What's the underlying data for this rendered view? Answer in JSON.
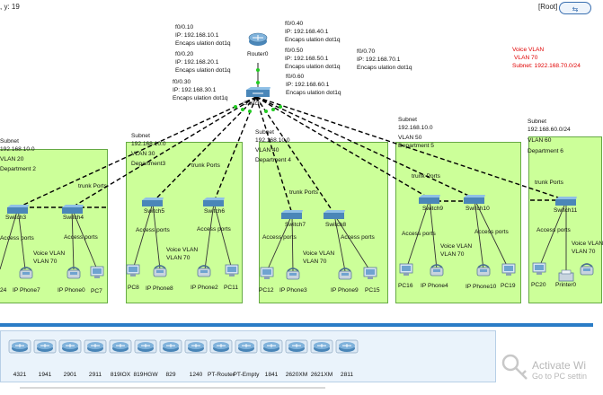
{
  "topbar": {
    "coords": ", y: 19",
    "root": "[Root]"
  },
  "router": {
    "name": "Router0"
  },
  "core_switch": {
    "name": "Switch"
  },
  "subinterfaces": [
    {
      "iface": "f0/0.10",
      "ip": "IP: 192.168.10.1",
      "encap": "Encaps ulation dot1q"
    },
    {
      "iface": "f0/0.20",
      "ip": "IP: 192.168.20.1",
      "encap": "Encaps ulation dot1q"
    },
    {
      "iface": "f0/0.30",
      "ip": "IP: 192.168.30.1",
      "encap": "Encaps ulation dot1q"
    },
    {
      "iface": "f0/0.40",
      "ip": "IP: 192.168.40.1",
      "encap": "Encaps ulation dot1q"
    },
    {
      "iface": "f0/0.50",
      "ip": "IP: 192.168.50.1",
      "encap": "Encaps ulation dot1q"
    },
    {
      "iface": "f0/0.60",
      "ip": "IP: 192.168.60.1",
      "encap": "Encaps ulation dot1q"
    },
    {
      "iface": "f0/0.70",
      "ip": "IP: 192.168.70.1",
      "encap": "Encaps ulation dot1q"
    }
  ],
  "voice_note": {
    "line1": "Voice VLAN",
    "line2": "VLAN 70",
    "line3": "Subnet: 1922.168.70.0/24"
  },
  "departments": [
    {
      "subnet": "Subnet",
      "net": "192.168.10.0",
      "vlan": "VLAN 20",
      "dept": "Department 2",
      "trunk": "trunk Ports",
      "switches": [
        "Switch3",
        "Switch4"
      ],
      "access": [
        "Access ports",
        "Access ports"
      ],
      "voice": [
        "Voice VLAN",
        "VLAN 70"
      ],
      "devices": [
        "24",
        "IP Phone7",
        "IP Phone0",
        "PC7"
      ]
    },
    {
      "subnet": "Subnet",
      "net": "192.168.10.0",
      "vlan": "VLAN 30",
      "dept": "Department3",
      "trunk": "trunk Ports",
      "switches": [
        "Switch5",
        "Switch6"
      ],
      "access": [
        "Access ports",
        "Access ports"
      ],
      "voice": [
        "Voice VLAN",
        "VLAN 70"
      ],
      "devices": [
        "PC8",
        "IP Phone8",
        "IP Phone2",
        "PC11"
      ]
    },
    {
      "subnet": "Subnet",
      "net": "192.168.10.0",
      "vlan": "VLAN 40",
      "dept": "Department 4",
      "trunk": "trunk Ports",
      "switches": [
        "Switch7",
        "Switch8"
      ],
      "access": [
        "Access ports",
        "Access ports"
      ],
      "voice": [
        "Voice VLAN",
        "VLAN 70"
      ],
      "devices": [
        "PC12",
        "IP Phone3",
        "IP Phone9",
        "PC15"
      ]
    },
    {
      "subnet": "Subnet",
      "net": "192.168.10.0",
      "vlan": "VLAN 50",
      "dept": "Department 5",
      "trunk": "trunk Ports",
      "switches": [
        "Switch9",
        "Switch10"
      ],
      "access": [
        "Access ports",
        "Access ports"
      ],
      "voice": [
        "Voice VLAN",
        "VLAN 70"
      ],
      "devices": [
        "PC16",
        "IP Phone4",
        "IP Phone10",
        "PC19"
      ]
    },
    {
      "subnet": "Subnet",
      "net": "192.168.60.0/24",
      "vlan": "VLAN 60",
      "dept": "Department 6",
      "trunk": "trunk Ports",
      "switches": [
        "Switch11"
      ],
      "access": [
        "Access ports"
      ],
      "voice": [
        "Voice VLAN",
        "VLAN 70"
      ],
      "devices": [
        "PC20",
        "Printer0"
      ]
    }
  ],
  "palette": [
    "4321",
    "1941",
    "2901",
    "2911",
    "819IOX",
    "819HGW",
    "829",
    "1240",
    "PT-Router",
    "PT-Empty",
    "1841",
    "2620XM",
    "2621XM",
    "2811"
  ],
  "watermark": {
    "line1": "Activate Wi",
    "line2": "Go to PC settin"
  },
  "colors": {
    "department_bg": "#ccff99",
    "trunk_link": "#000000",
    "access_link": "#333333",
    "voice_text": "#e00000",
    "accent": "#2a7cc6"
  }
}
